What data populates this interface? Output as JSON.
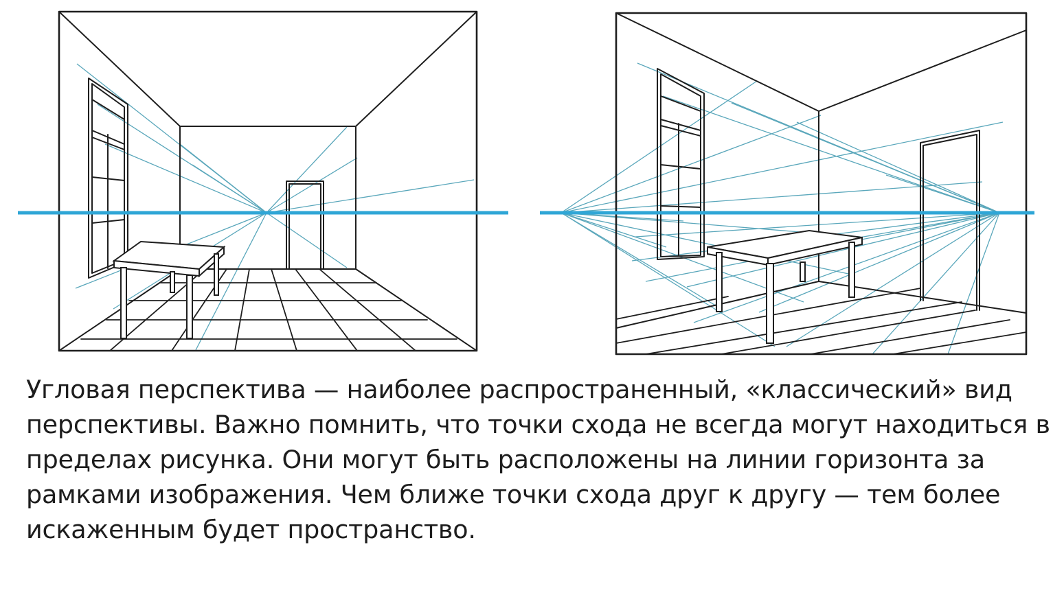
{
  "caption": {
    "lines": [
      "Угловая перспектива — наиболее распространенный, «классический» вид",
      "перспективы. Важно помнить, что точки схода не всегда могут находиться в",
      "пределах рисунка. Они могут быть расположены на линии горизонта за",
      "рамками изображения. Чем ближе точки схода друг к другу — тем более",
      "искаженным будет пространство."
    ]
  },
  "colors": {
    "ink": "#1e1e1e",
    "horizon": "#2fa6d6",
    "guide": "#5aa7bb",
    "text": "#1d1d1d"
  }
}
